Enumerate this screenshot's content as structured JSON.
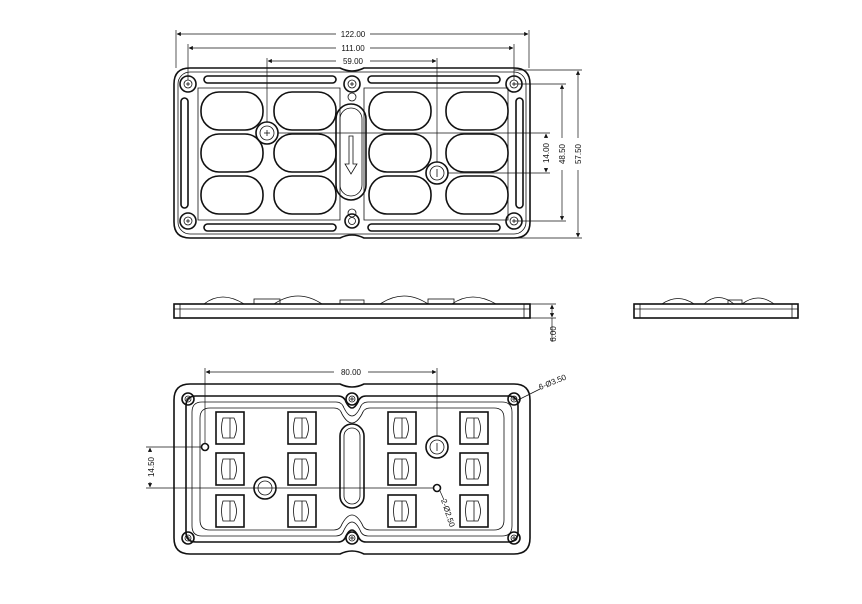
{
  "top_view": {
    "dims": {
      "overall_width": "122.00",
      "hole_spacing_x": "111.00",
      "center_offset": "59.00",
      "small_y": "14.00",
      "hole_spacing_y": "48.50",
      "overall_height": "57.50"
    }
  },
  "side_view": {
    "dims": {
      "thickness": "6.00"
    }
  },
  "bottom_view": {
    "dims": {
      "pin_spacing_x": "80.00",
      "pin_spacing_y": "14.50",
      "mount_holes": "6-Ø3.50",
      "pin_holes": "2-Ø2.50"
    }
  }
}
